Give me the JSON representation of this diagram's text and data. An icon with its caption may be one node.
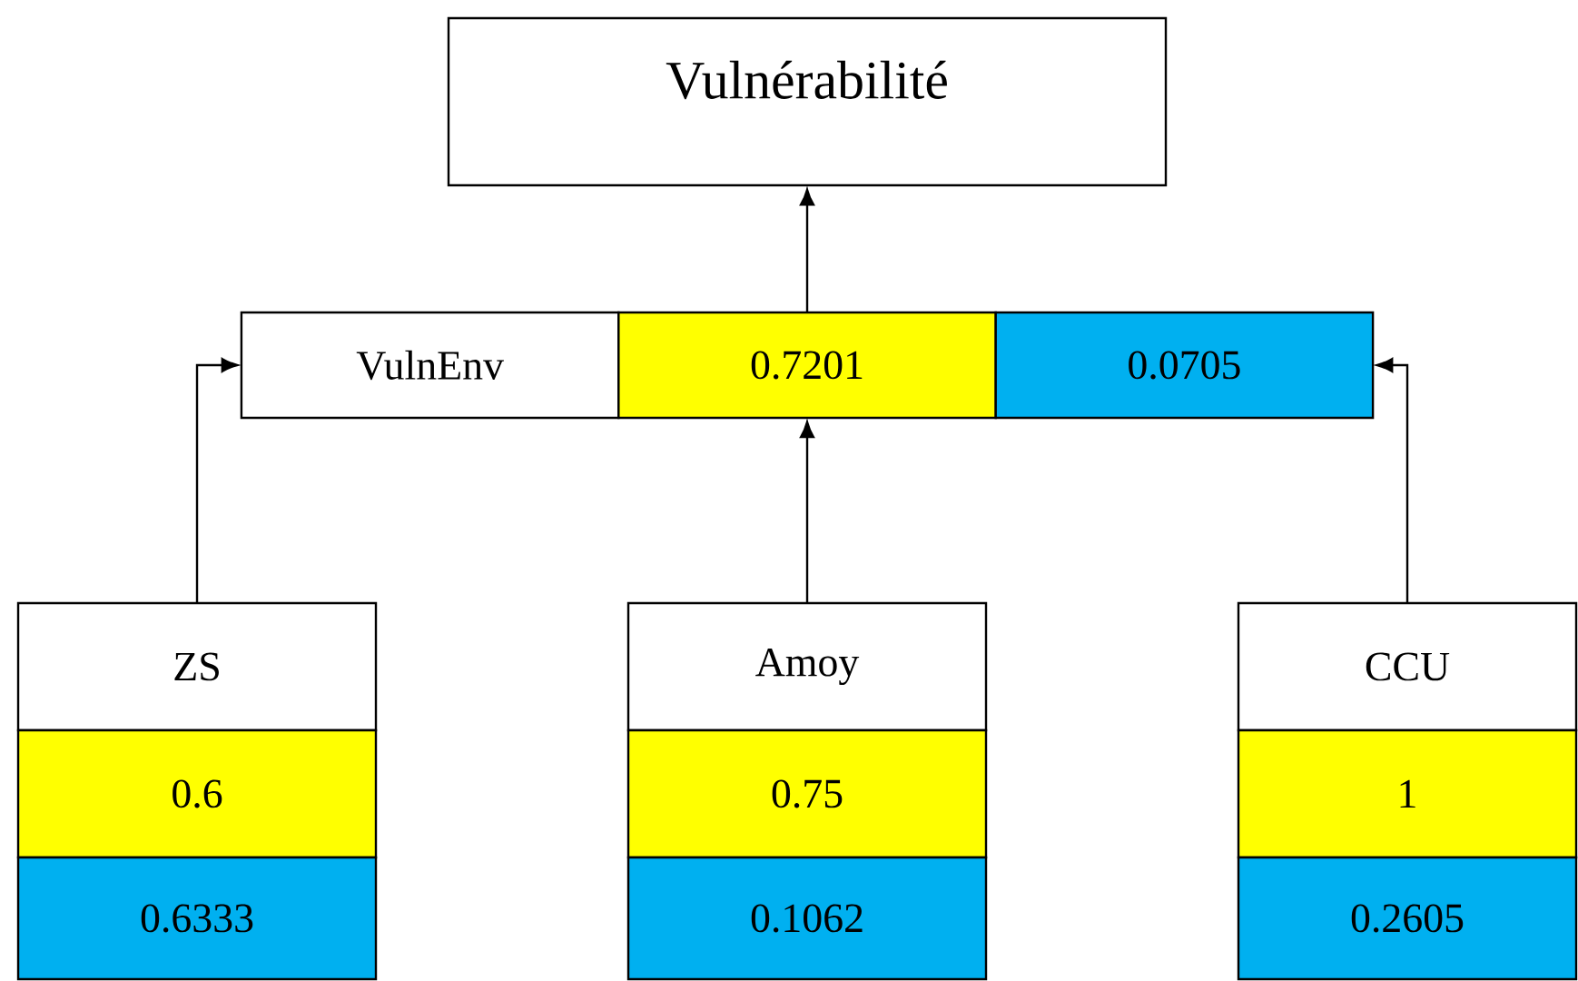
{
  "diagram": {
    "nodes": [
      {
        "text": [
          "Vulnérabilité"
        ]
      },
      {
        "text": [
          "VulnEnv",
          "0.7201",
          "0.0705"
        ]
      },
      {
        "text": [
          "ZS",
          "0.6",
          "0.6333"
        ]
      },
      {
        "text": [
          "Amoy",
          "0.75",
          "0.1062"
        ]
      },
      {
        "text": [
          "CCU",
          "1",
          "0.2605"
        ]
      }
    ],
    "edges": [
      {
        "from": 1,
        "to": 0,
        "arrow": "to"
      },
      {
        "from": 2,
        "to": 1,
        "arrow": "to"
      },
      {
        "from": 3,
        "to": 1,
        "arrow": "to"
      },
      {
        "from": 4,
        "to": 1,
        "arrow": "to"
      }
    ]
  }
}
